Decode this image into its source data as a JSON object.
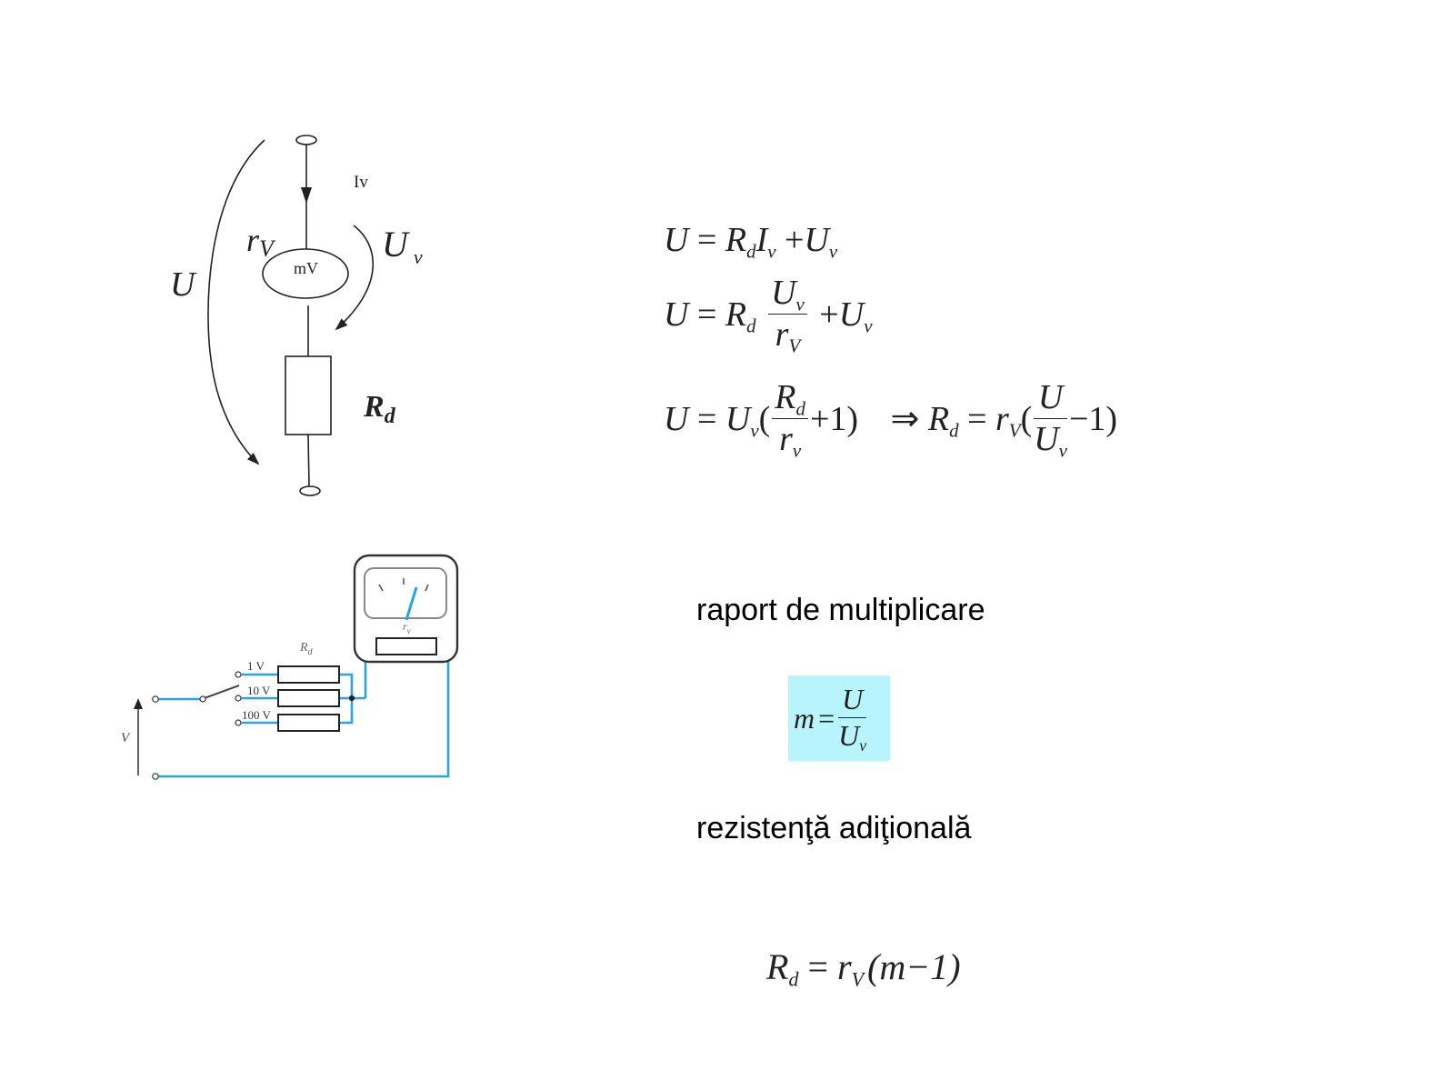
{
  "circuit_top": {
    "current_label": "Iv",
    "meter_label": "mV",
    "voltage_total": "U",
    "meter_resistance": {
      "main": "r",
      "sub": "V"
    },
    "meter_voltage": {
      "main": "U",
      "sub": "v"
    },
    "added_resistance": {
      "main": "R",
      "sub": "d"
    }
  },
  "circuit_bottom": {
    "range_1": "1 V",
    "range_2": "10 V",
    "range_3": "100 V",
    "resistor_label": {
      "main": "R",
      "sub": "d"
    },
    "meter_resistance": {
      "main": "r",
      "sub": "v"
    },
    "input_voltage": "V",
    "wire_color": "#29a3e6"
  },
  "equations": {
    "eq1": {
      "lhs": "U",
      "eq": "=",
      "r": "R",
      "d": "d",
      "i": "I",
      "v1": "v",
      "plus": "+",
      "u": "U",
      "v2": "v"
    },
    "eq2": {
      "lhs": "U",
      "eq": "=",
      "r": "R",
      "d": "d",
      "num_u": "U",
      "num_v": "v",
      "den_r": "r",
      "den_v": "V",
      "plus": "+",
      "u": "U",
      "v": "v"
    },
    "eq3": {
      "lhs": "U",
      "eq": "=",
      "u": "U",
      "v": "v",
      "open": "(",
      "num_r": "R",
      "num_d": "d",
      "den_r": "r",
      "den_v": "v",
      "plus_one": "+1)",
      "implies": "⇒",
      "rd_r": "R",
      "rd_d": "d",
      "eq2": "=",
      "rv_r": "r",
      "rv_v": "V",
      "open2": "(",
      "num_u": "U",
      "den_u": "U",
      "minus_one": "−1)"
    }
  },
  "labels": {
    "ratio_title": "raport de multiplicare",
    "resistance_title": "rezistenţă adiţională"
  },
  "ratio_formula": {
    "m": "m",
    "eq": "=",
    "num": "U",
    "den": "U",
    "den_sub": "v",
    "highlight": "#b8f4fb"
  },
  "final_formula": {
    "r": "R",
    "d": "d",
    "eq": "=",
    "rv": "r",
    "v": "V",
    "paren": "(m−1)"
  }
}
